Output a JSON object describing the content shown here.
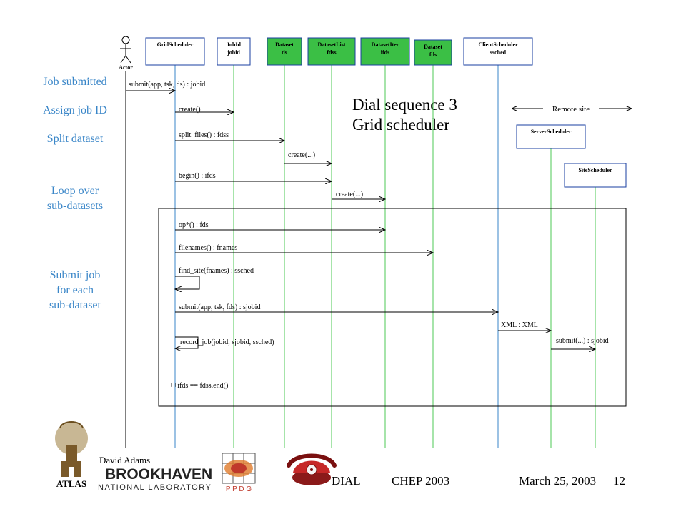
{
  "diagram": {
    "title_line1": "Dial sequence 3",
    "title_line2": "Grid scheduler",
    "actor_label": "Actor",
    "lifelines": [
      {
        "id": "grid",
        "line1": "GridScheduler",
        "line2": ""
      },
      {
        "id": "jobid",
        "line1": "JobId",
        "line2": "jobid"
      },
      {
        "id": "ds",
        "line1": "Dataset",
        "line2": "ds"
      },
      {
        "id": "fdss",
        "line1": "DatasetList",
        "line2": "fdss"
      },
      {
        "id": "ifds",
        "line1": "DatasetIter",
        "line2": "ifds"
      },
      {
        "id": "fds",
        "line1": "Dataset",
        "line2": "fds"
      },
      {
        "id": "ssched",
        "line1": "ClientScheduler",
        "line2": "ssched"
      },
      {
        "id": "server",
        "line1": "ServerScheduler",
        "line2": ""
      },
      {
        "id": "site",
        "line1": "SiteScheduler",
        "line2": ""
      }
    ],
    "remote_site_label": "Remote site",
    "messages": [
      {
        "label": "submit(app, tsk, ds) : jobid"
      },
      {
        "label": "create()"
      },
      {
        "label": "split_files() : fdss"
      },
      {
        "label": "create(...)"
      },
      {
        "label": "begin() : ifds"
      },
      {
        "label": "create(...)"
      },
      {
        "label": "op*() : fds"
      },
      {
        "label": "filenames() : fnames"
      },
      {
        "label": "find_site(fnames) : ssched"
      },
      {
        "label": "submit(app, tsk, fds) : sjobid"
      },
      {
        "label": "XML : XML"
      },
      {
        "label": "submit(...) : sjobid"
      },
      {
        "label": "record_job(jobid, sjobid, ssched)"
      },
      {
        "label": "++ifds == fdss.end()"
      }
    ],
    "side_labels": [
      {
        "text": "Job submitted"
      },
      {
        "text": "Assign job ID"
      },
      {
        "text": "Split dataset"
      },
      {
        "text": "Loop over\nsub-datasets"
      },
      {
        "text": "Submit job\nfor each\nsub-dataset"
      }
    ]
  },
  "footer": {
    "author": "David Adams",
    "atlas": "ATLAS",
    "bnl_top": "BROOKHAVEN",
    "bnl_bottom": "NATIONAL LABORATORY",
    "ppdg": "P P D G",
    "dial": "DIAL",
    "conference": "CHEP 2003",
    "date": "March 25, 2003",
    "page": "12"
  },
  "colors": {
    "blue_box": "#1a3fa0",
    "blue_line": "#3a86c8",
    "green_box": "#3bbf45",
    "green_line": "#4cc955",
    "side_label": "#3a86c8"
  }
}
